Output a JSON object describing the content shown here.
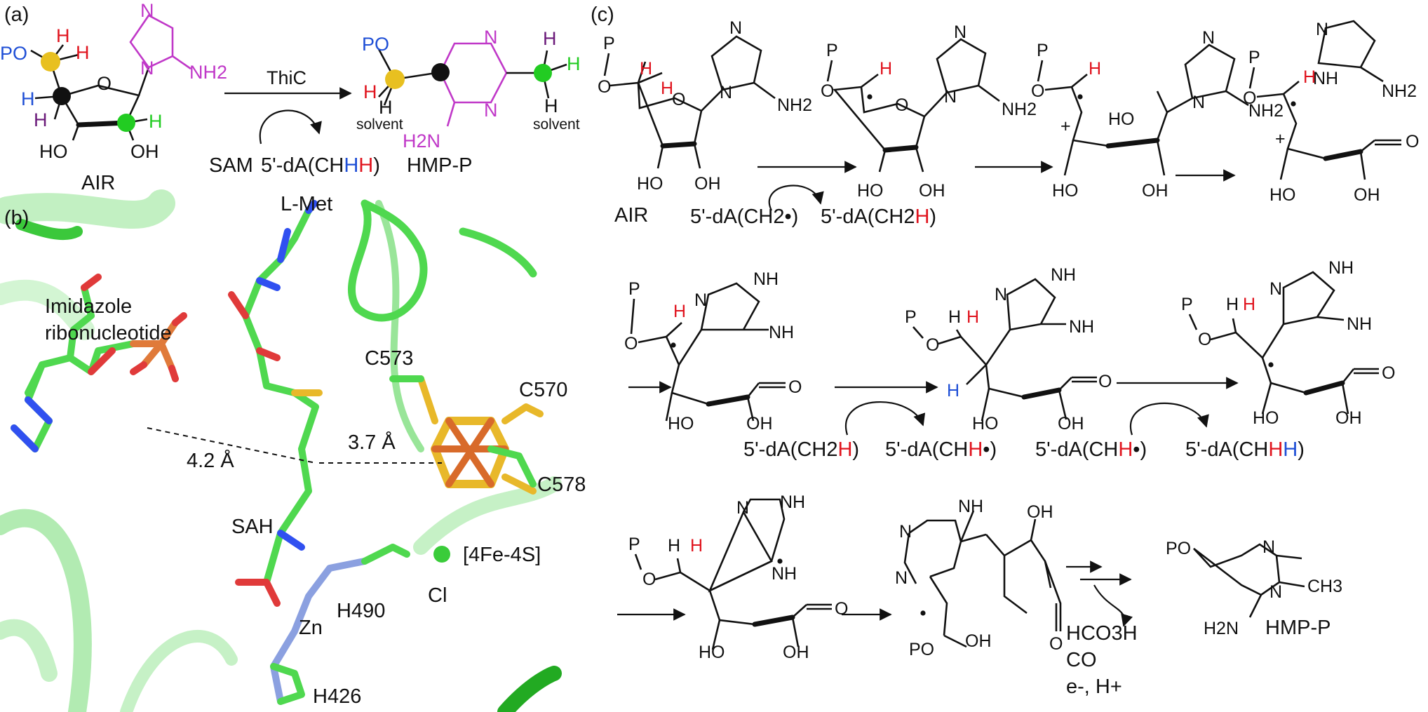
{
  "panels": {
    "a": "(a)",
    "b": "(b)",
    "c": "(c)"
  },
  "colors": {
    "blue": "#1f4fd6",
    "red": "#e0141e",
    "magenta": "#c038c8",
    "green": "#22cc22",
    "purple": "#6b1a7a",
    "yellow": "#e8c020",
    "black": "#111111",
    "protein_green": "#5ae05a",
    "oxygen_red": "#e03a3a",
    "sulfur_yellow": "#e8b82a",
    "iron_orange": "#d86a2a",
    "nitrogen_blue": "#3050f0"
  },
  "panel_a": {
    "po": "PO",
    "h_red_1": "H",
    "h_red_2": "H",
    "h_blue": "H",
    "h_purple": "H",
    "h_green": "H",
    "ho": "HO",
    "oh": "OH",
    "nh2": "NH2",
    "n_top": "N",
    "n_ring": "N",
    "air": "AIR",
    "enzyme": "ThiC",
    "sam": "SAM",
    "dA_prefix": "5'-dA(CH",
    "dA_h1": "H",
    "dA_h2": "H",
    "dA_close": ")",
    "hmpp": "HMP-P",
    "po2": "PO",
    "h_red_b": "H",
    "solvent1": "solvent",
    "h_solv1": "H",
    "h_purple_b": "H",
    "h_green_b": "H",
    "h_solv2": "H",
    "solvent2": "solvent",
    "n_py1": "N",
    "n_py2": "N",
    "h2n": "H2N"
  },
  "panel_b": {
    "lmet": "L-Met",
    "imidazole1": "Imidazole",
    "imidazole2": "ribonucleotide",
    "c573": "C573",
    "c570": "C570",
    "c578": "C578",
    "dist1": "4.2 Å",
    "dist2": "3.7 Å",
    "sah": "SAH",
    "fes": "[4Fe-4S]",
    "cl": "Cl",
    "zn": "Zn",
    "h490": "H490",
    "h426": "H426"
  },
  "panel_c": {
    "p": "P",
    "o": "O",
    "h": "H",
    "ho": "HO",
    "oh": "OH",
    "nh2": "NH2",
    "n": "N",
    "nh": "NH",
    "air": "AIR",
    "dA_rad": "5'-dA(CH2•)",
    "dA_h_prefix": "5'-dA(CH2",
    "dA_h_red": "H",
    "dA_h_close": ")",
    "plus": "+",
    "dA_hh_prefix": "5'-dA(CH",
    "dA_hh_red": "H",
    "dA_hh_rad": "•)",
    "dA_hhh_close": ")",
    "dA_hhh_blue": "H",
    "o_ald": "O",
    "po": "PO",
    "hco3h": "HCO3H",
    "co": "CO",
    "electron": "e-, H+",
    "hmpp": "HMP-P",
    "ch3": "CH3",
    "h2n": "H2N",
    "radical": "•"
  }
}
